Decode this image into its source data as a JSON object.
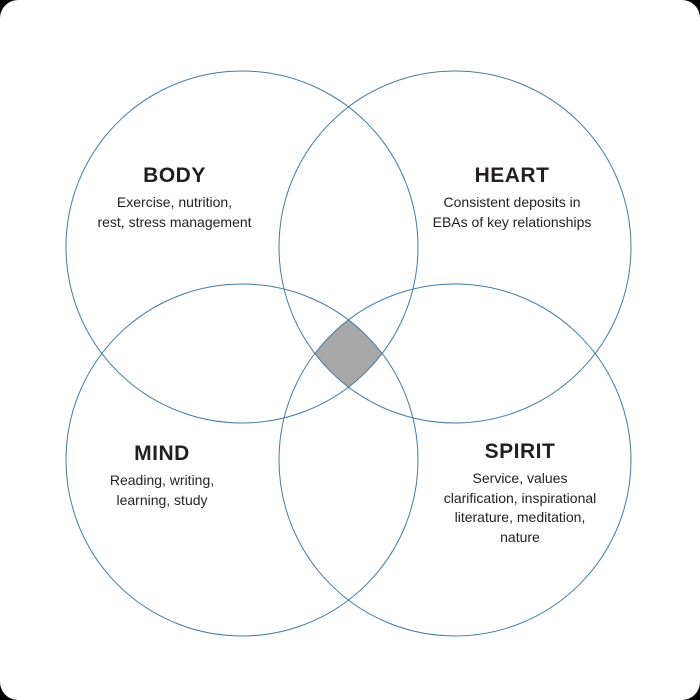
{
  "diagram": {
    "type": "venn-4-circle",
    "quadrants": [
      {
        "id": "body",
        "title": "BODY",
        "description": "Exercise, nutrition,\nrest, stress management"
      },
      {
        "id": "heart",
        "title": "HEART",
        "description": "Consistent deposits in\nEBAs of key relationships"
      },
      {
        "id": "mind",
        "title": "MIND",
        "description": "Reading, writing,\nlearning, study"
      },
      {
        "id": "spirit",
        "title": "SPIRIT",
        "description": "Service, values\nclarification, inspirational\nliterature, meditation,\nnature"
      }
    ]
  },
  "colors": {
    "circle_stroke": "#4a7a9c",
    "intersection_fill": "#a8a8a8",
    "text": "#231f20",
    "background": "#ffffff"
  }
}
